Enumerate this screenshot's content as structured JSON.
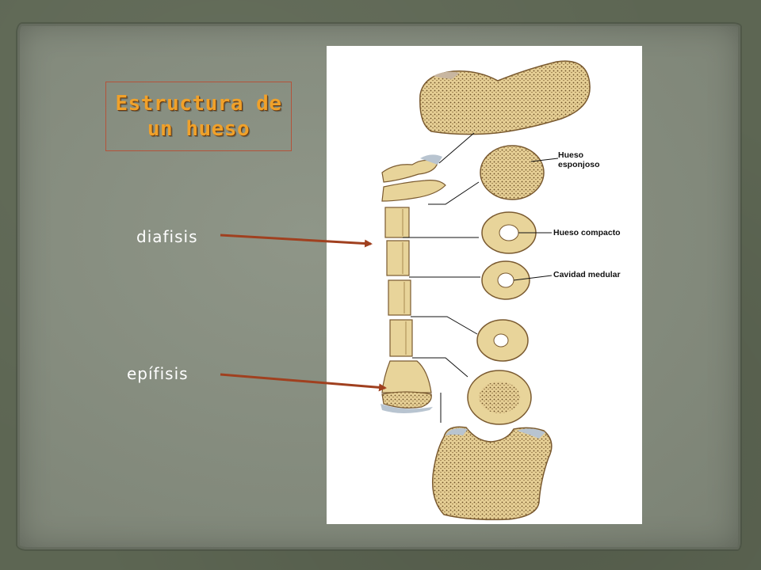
{
  "title": {
    "line1": "Estructura de",
    "line2": "un hueso"
  },
  "labels": {
    "diafisis": "diafisis",
    "epifisis": "epífisis"
  },
  "figure": {
    "callouts": {
      "esponjoso_line1": "Hueso",
      "esponjoso_line2": "esponjoso",
      "compacto": "Hueso compacto",
      "medular": "Cavidad medular"
    }
  },
  "colors": {
    "background": "#5d6653",
    "slide": "#878e80",
    "title_text": "#f0a12a",
    "title_border": "#b4533a",
    "label_text": "#ffffff",
    "arrow": "#a0401f",
    "bone": "#e8d49a",
    "bone_dark": "#8a6a3a"
  }
}
